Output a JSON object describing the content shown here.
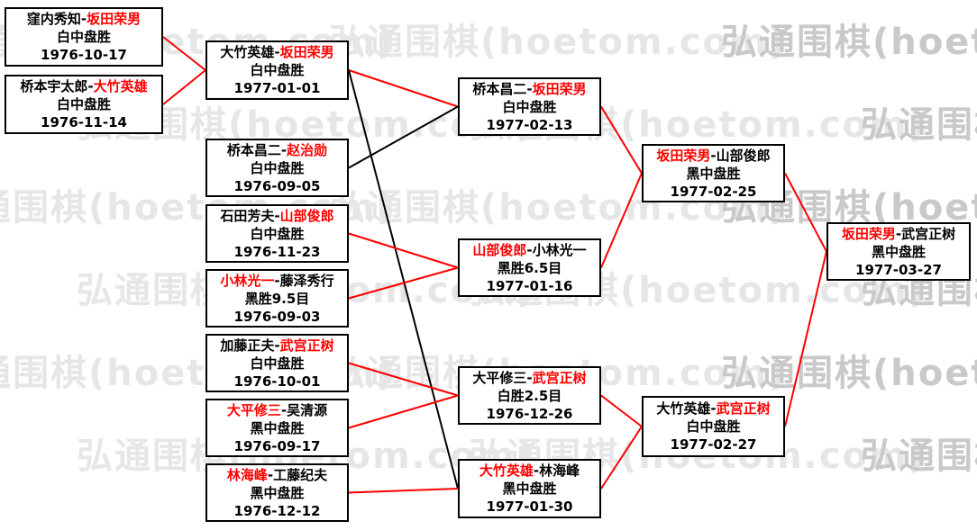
{
  "watermark": {
    "text": "弘通围棋(hoetom.com)",
    "color_light": "#e6e6e6",
    "color_dark": "#c9c9c9"
  },
  "colors": {
    "winner_red": "#ff0000",
    "line_red": "#ff0000",
    "line_black": "#000000",
    "box_border": "#000000",
    "text": "#000000",
    "background": "#ffffff"
  },
  "matches": [
    {
      "id": "m0",
      "p1": "窪内秀知-",
      "p2": "坂田荣男",
      "winner": "p2",
      "result": "白中盘胜",
      "date": "1976-10-17"
    },
    {
      "id": "m1",
      "p1": "桥本宇太郎-",
      "p2": "大竹英雄",
      "winner": "p2",
      "result": "白中盘胜",
      "date": "1976-11-14"
    },
    {
      "id": "m2",
      "p1": "大竹英雄-",
      "p2": "坂田荣男",
      "winner": "p2",
      "result": "白中盘胜",
      "date": "1977-01-01"
    },
    {
      "id": "m3",
      "p1": "桥本昌二-",
      "p2": "赵治勋",
      "winner": "p2",
      "result": "白中盘胜",
      "date": "1976-09-05"
    },
    {
      "id": "m4",
      "p1": "石田芳夫-",
      "p2": "山部俊郎",
      "winner": "p2",
      "result": "白中盘胜",
      "date": "1976-11-23"
    },
    {
      "id": "m5",
      "p1": "小林光一",
      "p2": "-藤泽秀行",
      "winner": "p1",
      "result": "黑胜9.5目",
      "date": "1976-09-03"
    },
    {
      "id": "m6",
      "p1": "加藤正夫-",
      "p2": "武宫正树",
      "winner": "p2",
      "result": "白中盘胜",
      "date": "1976-10-01"
    },
    {
      "id": "m7",
      "p1": "大平修三",
      "p2": "-吴清源",
      "winner": "p1",
      "result": "黑中盘胜",
      "date": "1976-09-17"
    },
    {
      "id": "m8",
      "p1": "林海峰",
      "p2": "-工藤纪夫",
      "winner": "p1",
      "result": "黑中盘胜",
      "date": "1976-12-12"
    },
    {
      "id": "m9",
      "p1": "桥本昌二-",
      "p2": "坂田荣男",
      "winner": "p2",
      "result": "白中盘胜",
      "date": "1977-02-13"
    },
    {
      "id": "m10",
      "p1": "山部俊郎",
      "p2": "-小林光一",
      "winner": "p1",
      "result": "黑胜6.5目",
      "date": "1977-01-16"
    },
    {
      "id": "m11",
      "p1": "大平修三-",
      "p2": "武宫正树",
      "winner": "p2",
      "result": "白胜2.5目",
      "date": "1976-12-26"
    },
    {
      "id": "m12",
      "p1": "大竹英雄",
      "p2": "-林海峰",
      "winner": "p1",
      "result": "黑中盘胜",
      "date": "1977-01-30"
    },
    {
      "id": "m13",
      "p1": "坂田荣男",
      "p2": "-山部俊郎",
      "winner": "p1",
      "result": "黑中盘胜",
      "date": "1977-02-25"
    },
    {
      "id": "m14",
      "p1": "大竹英雄-",
      "p2": "武宫正树",
      "winner": "p2",
      "result": "白中盘胜",
      "date": "1977-02-27"
    },
    {
      "id": "m15",
      "p1": "坂田荣男",
      "p2": "-武宫正树",
      "winner": "p1",
      "result": "黑中盘胜",
      "date": "1977-03-27"
    }
  ],
  "connections": [
    {
      "from": "m0",
      "to": "m2",
      "color": "#ff0000"
    },
    {
      "from": "m1",
      "to": "m2",
      "color": "#ff0000"
    },
    {
      "from": "m2",
      "to": "m9",
      "color": "#ff0000"
    },
    {
      "from": "m3",
      "to": "m9",
      "color": "#000000"
    },
    {
      "from": "m2",
      "to": "m12",
      "color": "#000000"
    },
    {
      "from": "m4",
      "to": "m10",
      "color": "#ff0000"
    },
    {
      "from": "m5",
      "to": "m10",
      "color": "#ff0000"
    },
    {
      "from": "m6",
      "to": "m11",
      "color": "#ff0000"
    },
    {
      "from": "m7",
      "to": "m11",
      "color": "#ff0000"
    },
    {
      "from": "m8",
      "to": "m12",
      "color": "#ff0000"
    },
    {
      "from": "m9",
      "to": "m13",
      "color": "#ff0000"
    },
    {
      "from": "m10",
      "to": "m13",
      "color": "#ff0000"
    },
    {
      "from": "m11",
      "to": "m14",
      "color": "#ff0000"
    },
    {
      "from": "m12",
      "to": "m14",
      "color": "#ff0000"
    },
    {
      "from": "m13",
      "to": "m15",
      "color": "#ff0000"
    },
    {
      "from": "m14",
      "to": "m15",
      "color": "#ff0000"
    }
  ]
}
